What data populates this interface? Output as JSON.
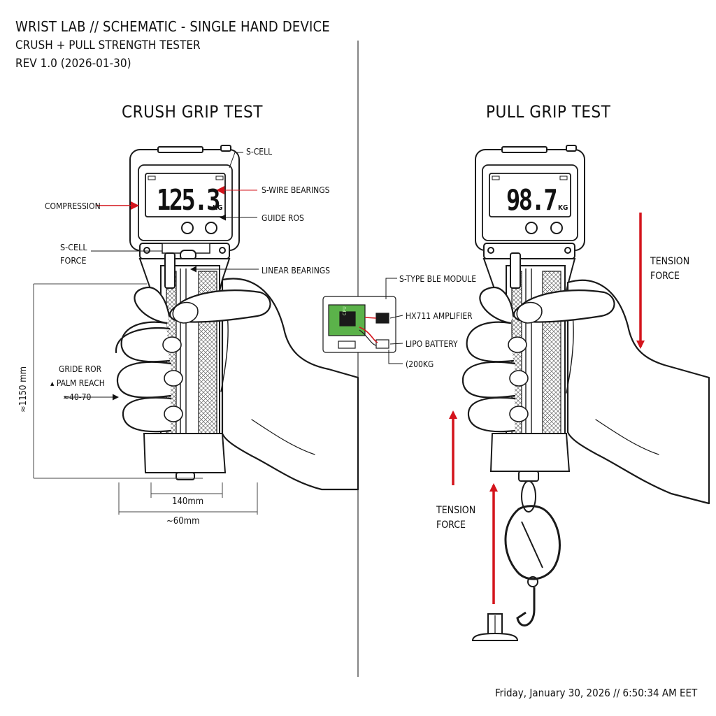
{
  "header": {
    "title": "WRIST LAB // SCHEMATIC - SINGLE HAND DEVICE",
    "subtitle": "CRUSH + PULL STRENGTH TESTER",
    "revision": "REV 1.0 (2026-01-30)"
  },
  "crush_panel": {
    "title": "CRUSH GRIP TEST",
    "display_value": "125.3",
    "display_unit": "KG",
    "labels": {
      "s_cell": "S-CELL",
      "s_wire_bearings": "S-WIRE BEARINGS",
      "guide_ros": "GUIDE ROS",
      "linear_bearings": "LINEAR BEARINGS",
      "compression": "COMPRESSION",
      "s_cell_force_line1": "S-CELL",
      "s_cell_force_line2": "FORCE",
      "guide_ror": "GRIDE ROR",
      "palm_reach": "PALM REACH",
      "reach_range": "≈40-70"
    },
    "dimensions": {
      "height": "≈1150 mm",
      "width": "140mm",
      "depth": "~60mm"
    }
  },
  "electronics": {
    "ble_module": "S-TYPE BLE MODULE",
    "amplifier": "HX711 AMPLIFIER",
    "battery": "LIPO BATTERY",
    "capacity": "(200KG",
    "chip_label": "CPU"
  },
  "pull_panel": {
    "title": "PULL GRIP TEST",
    "display_value": "98.7",
    "display_unit": "KG",
    "tension_top_line1": "TENSION",
    "tension_top_line2": "FORCE",
    "tension_bottom_line1": "TENSION",
    "tension_bottom_line2": "FORCE"
  },
  "footer": {
    "timestamp": "Friday, January 30, 2026 // 6:50:34 AM EET"
  },
  "colors": {
    "arrow": "#d4141c",
    "ink": "#1a1a1a",
    "pcb": "#5bb24a",
    "lcd": "#ffffff"
  }
}
